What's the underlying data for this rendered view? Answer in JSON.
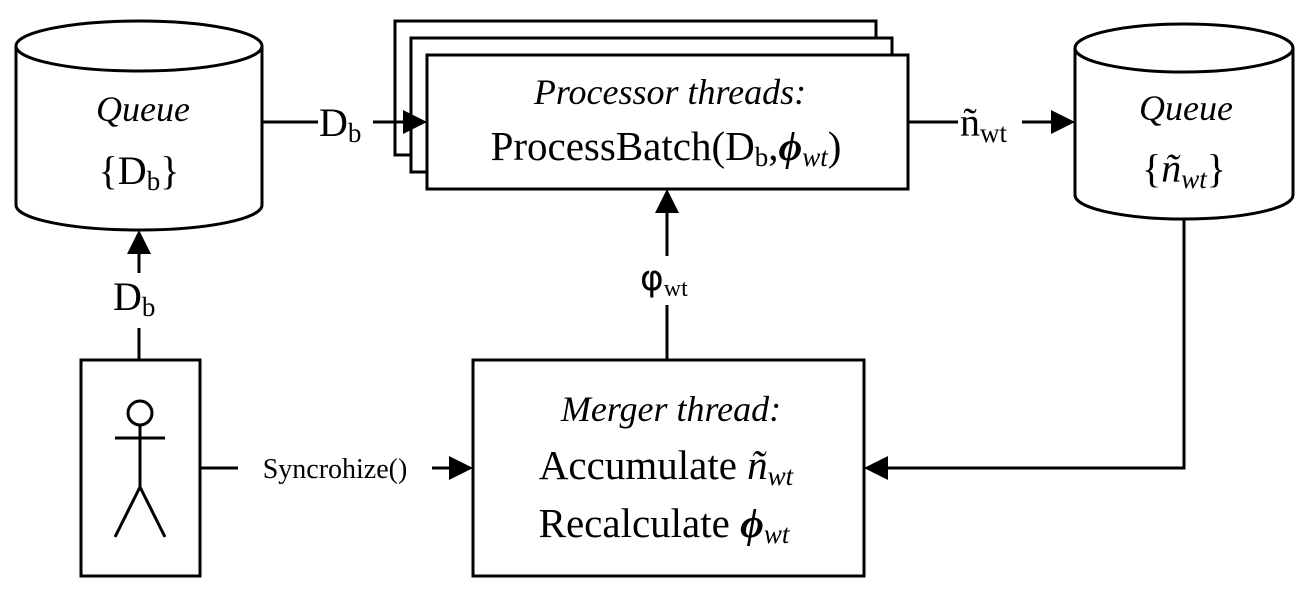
{
  "queue_in": {
    "title": "Queue",
    "open": "{D",
    "sub": "b",
    "close": "}"
  },
  "queue_out": {
    "title": "Queue",
    "open": "{",
    "tilde": "ñ",
    "sub": "wt",
    "close": "}"
  },
  "processor": {
    "title": "Processor threads:",
    "call_prefix": "ProcessBatch(D",
    "call_sub1": "b",
    "call_comma": ",",
    "call_phi": "ϕ",
    "call_sub2": "wt",
    "call_close": ")"
  },
  "merger": {
    "title": "Merger thread:",
    "line1_word": "Accumulate ",
    "line1_var": "ñ",
    "line1_sub": "wt",
    "line2_word": "Recalculate ",
    "line2_var": "ϕ",
    "line2_sub": "wt"
  },
  "edges": {
    "queue_to_processor": {
      "base": "D",
      "sub": "b"
    },
    "user_to_queue": {
      "base": "D",
      "sub": "b"
    },
    "processor_to_queue": {
      "base": "ñ",
      "sub": "wt"
    },
    "merger_to_processor": {
      "base": "φ",
      "sub": "wt"
    },
    "user_to_merger": "Syncrohize()"
  },
  "actor_icon": "stick-figure-icon"
}
